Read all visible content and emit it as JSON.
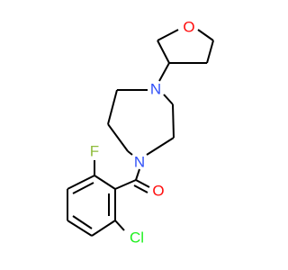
{
  "atoms": {
    "O_ring": {
      "label": "O",
      "color": "#ff0d0d"
    },
    "N_top": {
      "label": "N",
      "color": "#3050f8"
    },
    "N_bottom": {
      "label": "N",
      "color": "#3050f8"
    },
    "O_carbonyl": {
      "label": "O",
      "color": "#ff0d0d"
    },
    "F": {
      "label": "F",
      "color": "#8fbc3c"
    },
    "Cl": {
      "label": "Cl",
      "color": "#1ff01f"
    }
  }
}
